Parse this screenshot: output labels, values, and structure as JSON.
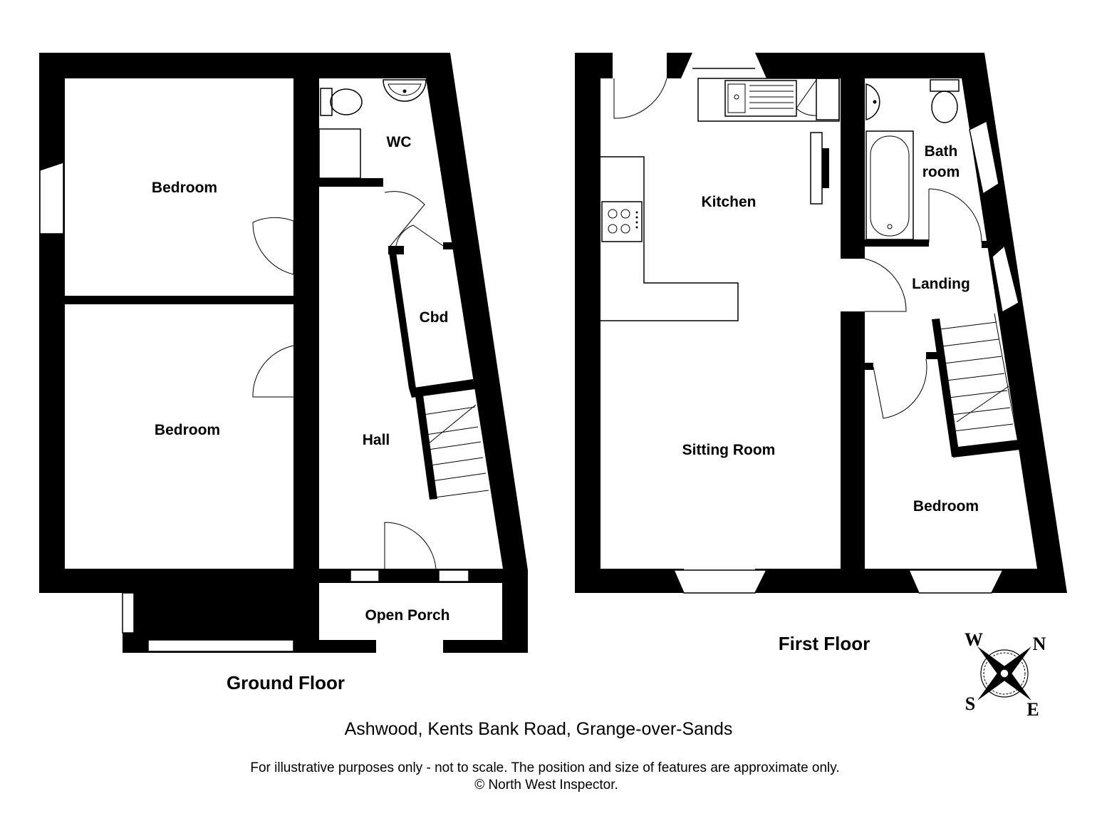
{
  "ground_floor": {
    "title": "Ground Floor",
    "rooms": {
      "bedroom_front": "Bedroom",
      "bedroom_rear": "Bedroom",
      "wc": "WC",
      "cbd": "Cbd",
      "hall": "Hall",
      "open_porch": "Open Porch"
    }
  },
  "first_floor": {
    "title": "First Floor",
    "rooms": {
      "kitchen": "Kitchen",
      "sitting_room": "Sitting Room",
      "bathroom_line1": "Bath",
      "bathroom_line2": "room",
      "landing": "Landing",
      "bedroom": "Bedroom"
    }
  },
  "compass": {
    "w": "W",
    "n": "N",
    "s": "S",
    "e": "E"
  },
  "address": "Ashwood, Kents Bank Road, Grange-over-Sands",
  "disclaimer": {
    "line1": "For illustrative purposes only - not to scale. The position and size of features are approximate only.",
    "line2": "© North West Inspector."
  }
}
